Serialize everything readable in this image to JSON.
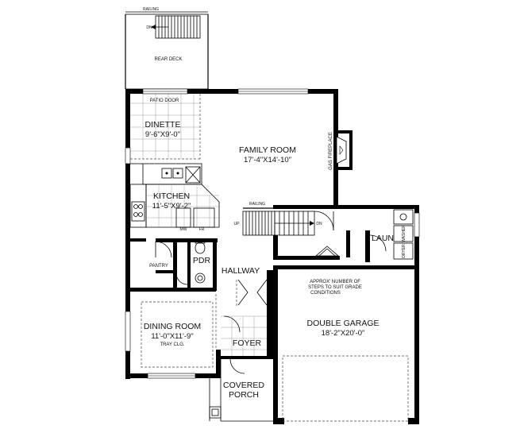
{
  "rooms": {
    "railing_top": "RAILING",
    "dn_deck": "DN",
    "rear_deck": "REAR DECK",
    "patio_door": "PATIO DOOR",
    "dinette_name": "DINETTE",
    "dinette_dim": "9'-6\"X9'-0\"",
    "family_name": "FAMILY ROOM",
    "family_dim": "17'-4\"X14'-10\"",
    "gas_fireplace": "GAS FIREPLACE",
    "kitchen_name": "KITCHEN",
    "kitchen_dim": "11'-5\"X9'-2\"",
    "railing_stair": "RAILING",
    "up": "UP",
    "dn_stair": "DN",
    "mw": "MW",
    "fr": "FR",
    "pantry": "PANTRY",
    "pdr": "PDR",
    "hallway": "HALLWAY",
    "laun": "LAUN",
    "washer": "WASHER",
    "dryer": "DRYER",
    "steps_note_1": "APPROX' NUMBER OF",
    "steps_note_2": "STEPS TO SUIT GRADE",
    "steps_note_3": "CONDITIONS",
    "dining_name": "DINING ROOM",
    "dining_dim": "11'-0\"X11'-9\"",
    "tray_clg": "TRAY CLG.",
    "garage_name": "DOUBLE GARAGE",
    "garage_dim": "18'-2\"X20'-0\"",
    "foyer": "FOYER",
    "porch_1": "COVERED",
    "porch_2": "PORCH"
  }
}
